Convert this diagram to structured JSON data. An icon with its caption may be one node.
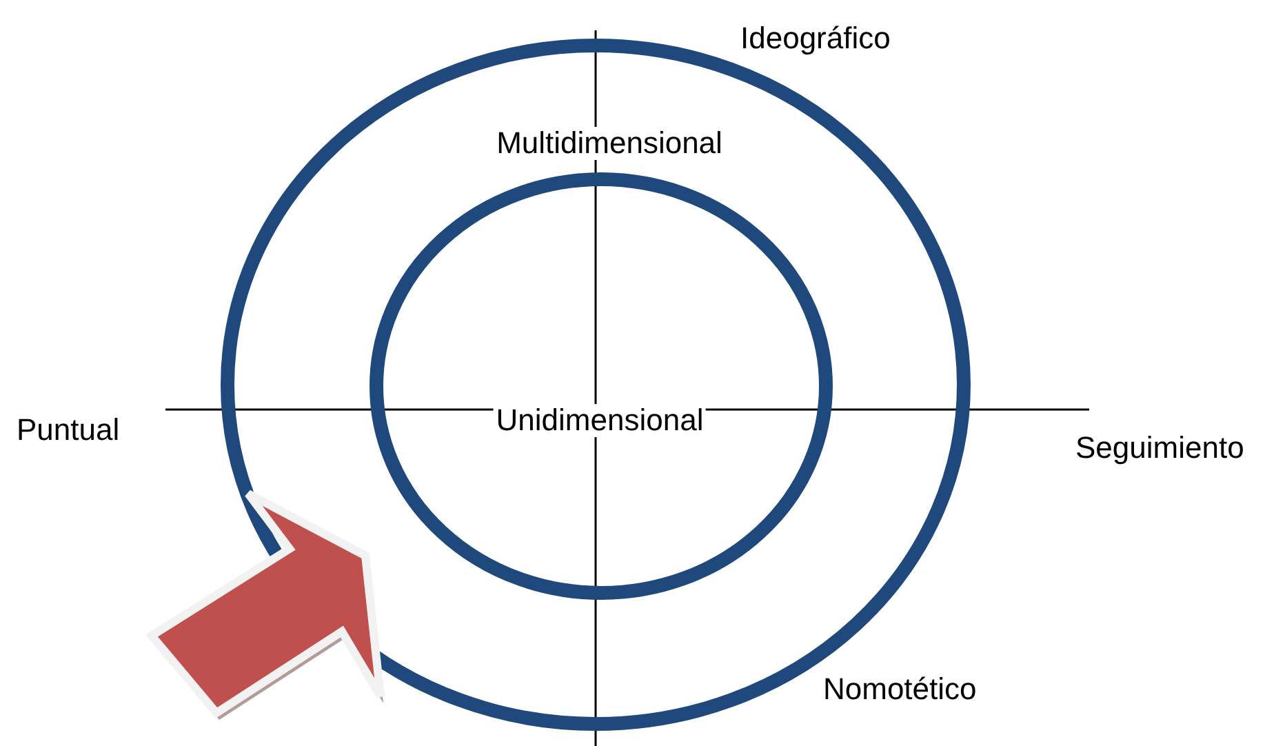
{
  "diagram": {
    "nodes": [
      {
        "text": [
          "Multidimensional"
        ]
      },
      {
        "text": [
          "Unidimensional"
        ],
        "in": 0
      }
    ],
    "labels": [
      "Ideográfico",
      "Puntual",
      "Seguimiento",
      "Nomotético"
    ]
  }
}
